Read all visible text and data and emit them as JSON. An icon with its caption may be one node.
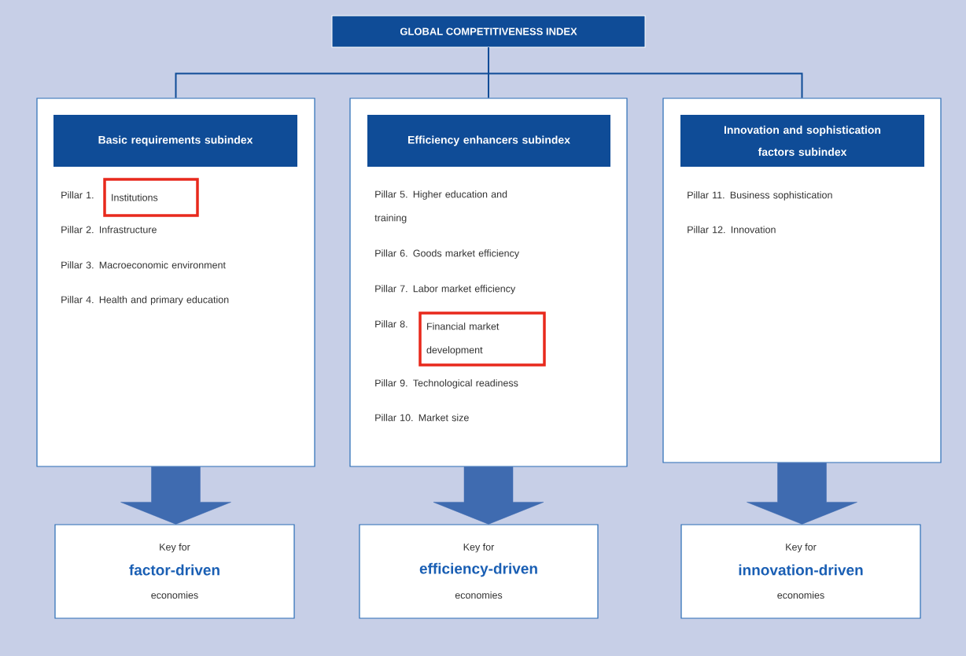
{
  "diagram": {
    "nodes": [
      {
        "text": [
          "GLOBAL COMPETITIVENESS INDEX"
        ]
      },
      {
        "text": [
          "Pillar 1.",
          "Pillar 2. Infrastructure",
          "Pillar 3. Macroeconomic environment",
          "Pillar 4. Health and primary education"
        ]
      },
      {
        "text": [
          "Basic requirements subindex"
        ],
        "in": 1
      },
      {
        "text": [
          "Institutions"
        ],
        "in": 1
      },
      {
        "text": [
          "Pillar 5. Higher education and training",
          "Pillar 6. Goods market efficiency",
          "Pillar 7. Labor market efficiency",
          "Pillar 8.",
          "Pillar 9. Technological readiness",
          "Pillar 10. Market size"
        ]
      },
      {
        "text": [
          "Efficiency enhancers subindex"
        ],
        "in": 4
      },
      {
        "text": [
          "Financial market development"
        ],
        "in": 4
      },
      {
        "text": [
          "Pillar 11. Business sophistication",
          "Pillar 12. Innovation"
        ]
      },
      {
        "text": [
          "Innovation and sophistication factors subindex"
        ],
        "in": 7
      },
      {
        "text": [
          "Key for",
          "factor-driven",
          "economies"
        ]
      },
      {
        "text": [
          "Key for",
          "efficiency-driven",
          "economies"
        ]
      },
      {
        "text": [
          "Key for",
          "innovation-driven",
          "economies"
        ]
      }
    ],
    "edges": [
      {
        "from": 0,
        "to": 1,
        "arrow": "none"
      },
      {
        "from": 0,
        "to": 4,
        "arrow": "none"
      },
      {
        "from": 0,
        "to": 7,
        "arrow": "none"
      },
      {
        "from": 1,
        "to": 9,
        "arrow": "to",
        "style": "thick"
      },
      {
        "from": 4,
        "to": 10,
        "arrow": "to",
        "style": "thick"
      },
      {
        "from": 7,
        "to": 11,
        "arrow": "to",
        "style": "thick"
      }
    ]
  }
}
